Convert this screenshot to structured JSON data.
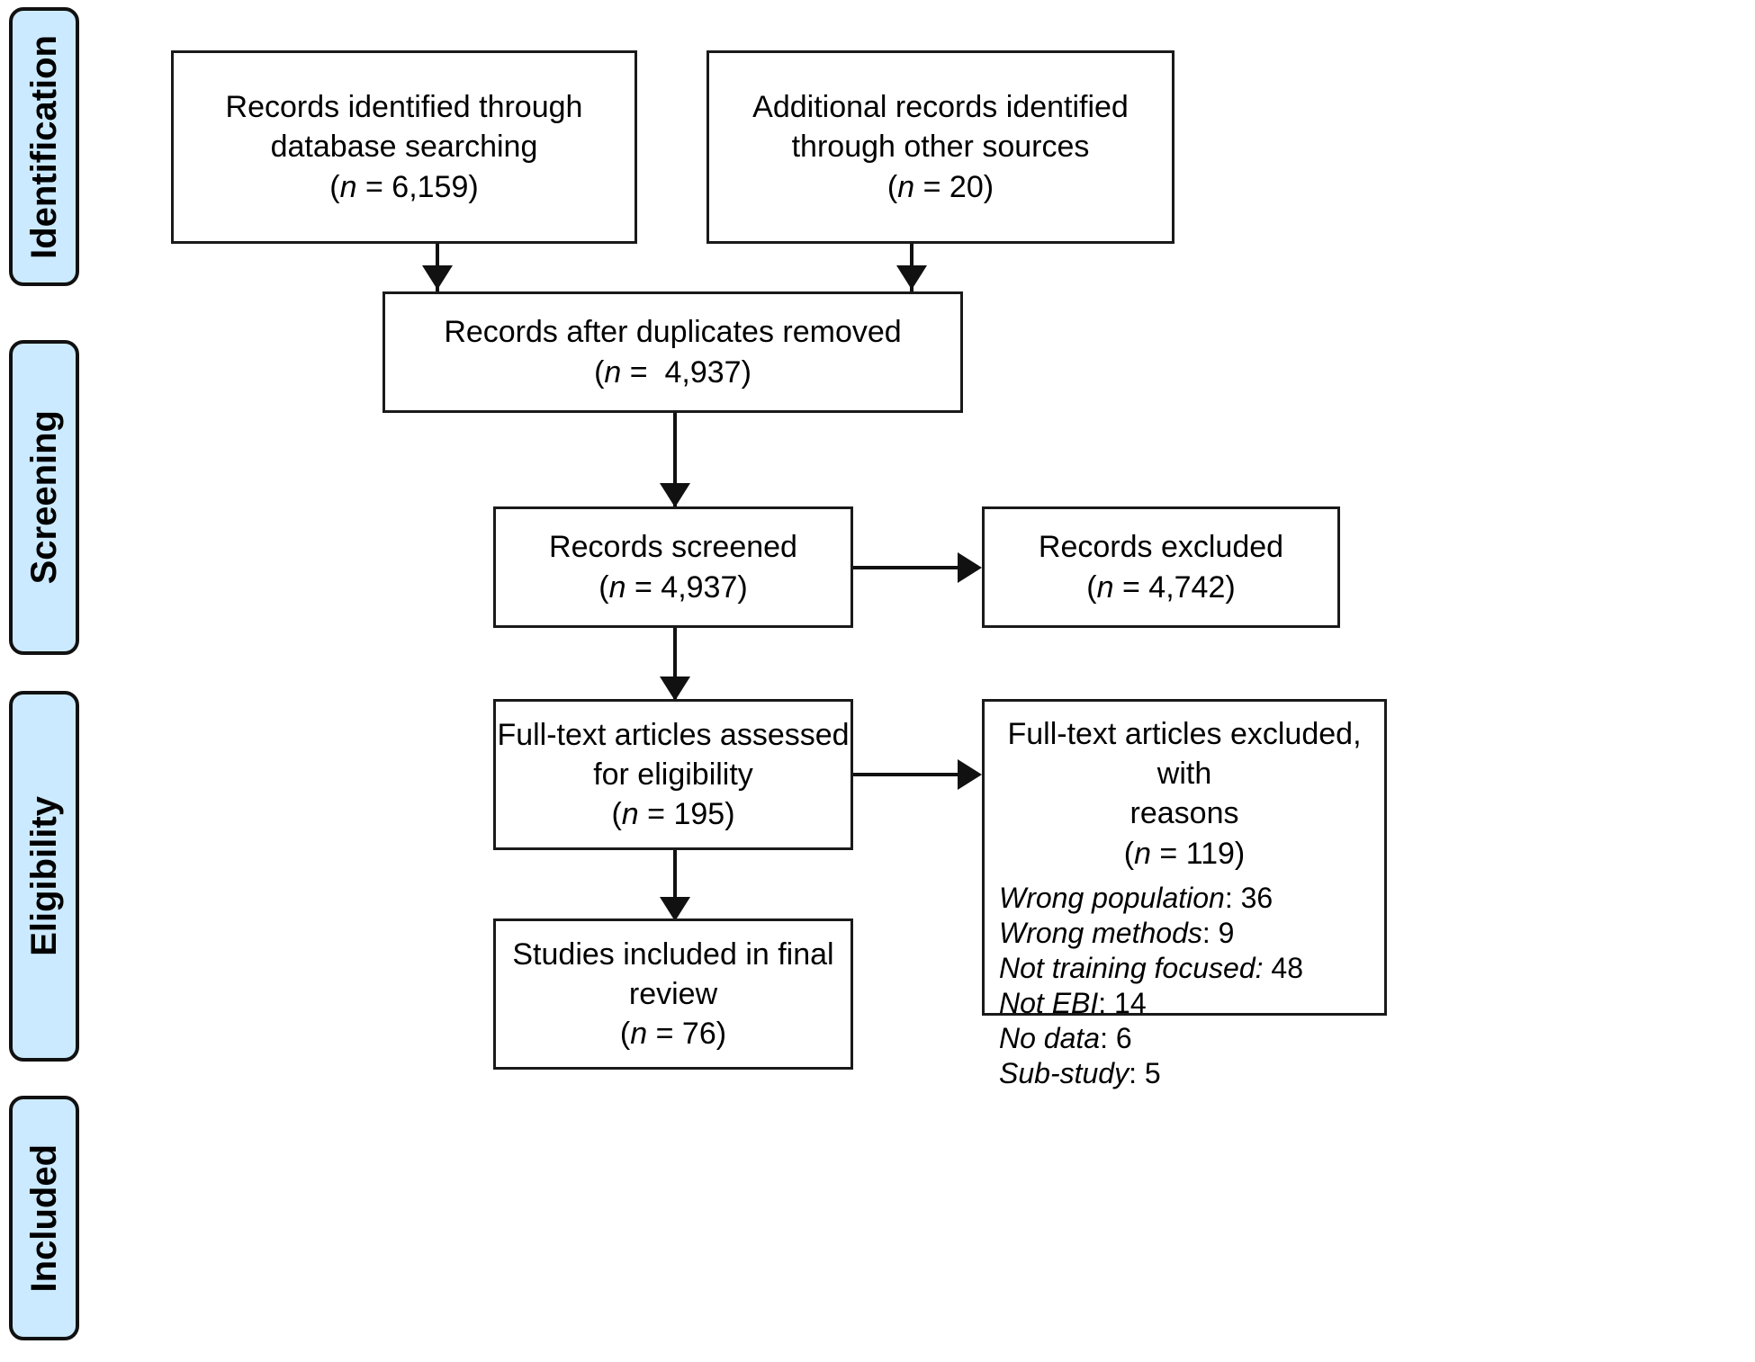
{
  "diagram": {
    "title": "PRISMA flow diagram",
    "accent_color": "#cceaff",
    "line_color": "#111111",
    "box_border_color": "#1a1a1a",
    "background": "#ffffff"
  },
  "stages": [
    {
      "label": "Identification"
    },
    {
      "label": "Screening"
    },
    {
      "label": "Eligibility"
    },
    {
      "label": "Included"
    }
  ],
  "boxes": {
    "db_search": {
      "line1": "Records identified through",
      "line2": "database searching",
      "count_prefix": "(",
      "count_n": "n",
      "count_eq": " = 6,159)"
    },
    "other_sources": {
      "line1": "Additional records identified",
      "line2": "through other sources",
      "count_prefix": "(",
      "count_n": "n",
      "count_eq": " = 20)"
    },
    "duplicates_removed": {
      "line1": "Records after duplicates removed",
      "count_prefix": "(",
      "count_n": "n",
      "count_eq": " =  4,937)"
    },
    "records_screened": {
      "line1": "Records screened",
      "count_prefix": "(",
      "count_n": "n",
      "count_eq": " = 4,937)"
    },
    "records_excluded": {
      "line1": "Records excluded",
      "count_prefix": "(",
      "count_n": "n",
      "count_eq": " = 4,742)"
    },
    "fulltext_assessed": {
      "line1": "Full-text articles assessed",
      "line2": "for eligibility",
      "count_prefix": "(",
      "count_n": "n",
      "count_eq": " = 195)"
    },
    "fulltext_excluded": {
      "line1": "Full-text articles excluded, with",
      "line2": "reasons",
      "count_prefix": "(",
      "count_n": "n",
      "count_eq": " = 119)",
      "reasons": [
        {
          "label": "Wrong population",
          "sep": ": ",
          "value": "36"
        },
        {
          "label": "Wrong methods",
          "sep": ": ",
          "value": "9"
        },
        {
          "label": "Not training focused:",
          "sep": " ",
          "value": "48"
        },
        {
          "label": "Not EBI",
          "sep": ": ",
          "value": "14"
        },
        {
          "label": "No data",
          "sep": ": ",
          "value": "6"
        },
        {
          "label": "Sub-study",
          "sep": ": ",
          "value": "5"
        }
      ]
    },
    "studies_included": {
      "line1": "Studies included in final",
      "line2": "review",
      "count_prefix": "(",
      "count_n": "n",
      "count_eq": " = 76)"
    }
  },
  "chart_data": {
    "type": "diagram",
    "title": "PRISMA flow diagram",
    "nodes": [
      {
        "id": "db_search",
        "stage": "Identification",
        "label": "Records identified through database searching",
        "n": 6159
      },
      {
        "id": "other_sources",
        "stage": "Identification",
        "label": "Additional records identified through other sources",
        "n": 20
      },
      {
        "id": "duplicates_removed",
        "stage": "Identification",
        "label": "Records after duplicates removed",
        "n": 4937
      },
      {
        "id": "records_screened",
        "stage": "Screening",
        "label": "Records screened",
        "n": 4937
      },
      {
        "id": "records_excluded",
        "stage": "Screening",
        "label": "Records excluded",
        "n": 4742
      },
      {
        "id": "fulltext_assessed",
        "stage": "Eligibility",
        "label": "Full-text articles assessed for eligibility",
        "n": 195
      },
      {
        "id": "fulltext_excluded",
        "stage": "Eligibility",
        "label": "Full-text articles excluded, with reasons",
        "n": 119
      },
      {
        "id": "studies_included",
        "stage": "Included",
        "label": "Studies included in final review",
        "n": 76
      }
    ],
    "edges": [
      {
        "from": "db_search",
        "to": "duplicates_removed"
      },
      {
        "from": "other_sources",
        "to": "duplicates_removed"
      },
      {
        "from": "duplicates_removed",
        "to": "records_screened"
      },
      {
        "from": "records_screened",
        "to": "records_excluded"
      },
      {
        "from": "records_screened",
        "to": "fulltext_assessed"
      },
      {
        "from": "fulltext_assessed",
        "to": "fulltext_excluded"
      },
      {
        "from": "fulltext_assessed",
        "to": "studies_included"
      }
    ],
    "exclusion_reasons": [
      {
        "reason": "Wrong population",
        "count": 36
      },
      {
        "reason": "Wrong methods",
        "count": 9
      },
      {
        "reason": "Not training focused",
        "count": 48
      },
      {
        "reason": "Not EBI",
        "count": 14
      },
      {
        "reason": "No data",
        "count": 6
      },
      {
        "reason": "Sub-study",
        "count": 5
      }
    ]
  }
}
